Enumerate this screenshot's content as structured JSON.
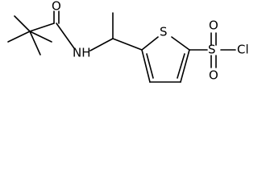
{
  "atoms": {
    "o1": "O",
    "nh": "NH",
    "s_ring": "S",
    "s_sulfonyl": "S",
    "o2": "O",
    "o3": "O",
    "cl": "Cl"
  }
}
